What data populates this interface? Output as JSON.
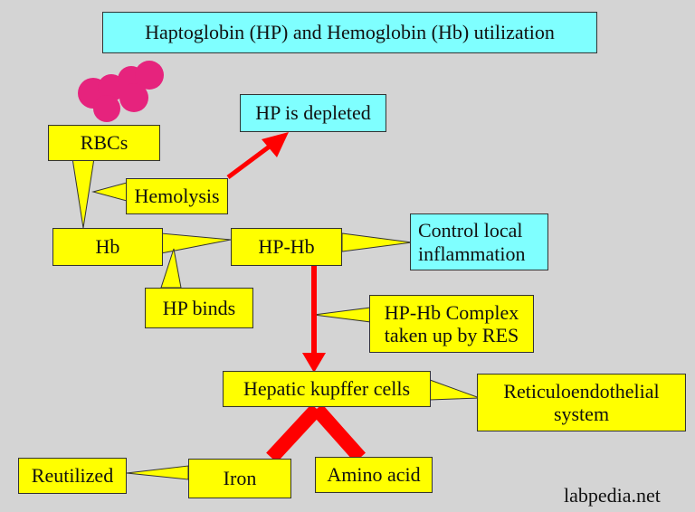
{
  "title": "Haptoglobin (HP) and Hemoglobin (Hb) utilization",
  "boxes": {
    "hp_depleted": "HP is depleted",
    "rbcs": "RBCs",
    "hemolysis": "Hemolysis",
    "hb": "Hb",
    "hp_hb": "HP-Hb",
    "control_line1": "Control local",
    "control_line2": "inflammation",
    "hp_binds": "HP binds",
    "complex_line1": "HP-Hb Complex",
    "complex_line2": "taken up by RES",
    "hepatic": "Hepatic kupffer cells",
    "res_line1": "Reticuloendothelial",
    "res_line2": "system",
    "reutilized": "Reutilized",
    "iron": "Iron",
    "amino_acid": "Amino acid"
  },
  "watermark": "labpedia.net",
  "colors": {
    "background": "#d4d4d4",
    "yellow_box": "#ffff00",
    "cyan_box": "#7fffff",
    "arrow": "#ff0000",
    "rbc": "#e6237d"
  }
}
